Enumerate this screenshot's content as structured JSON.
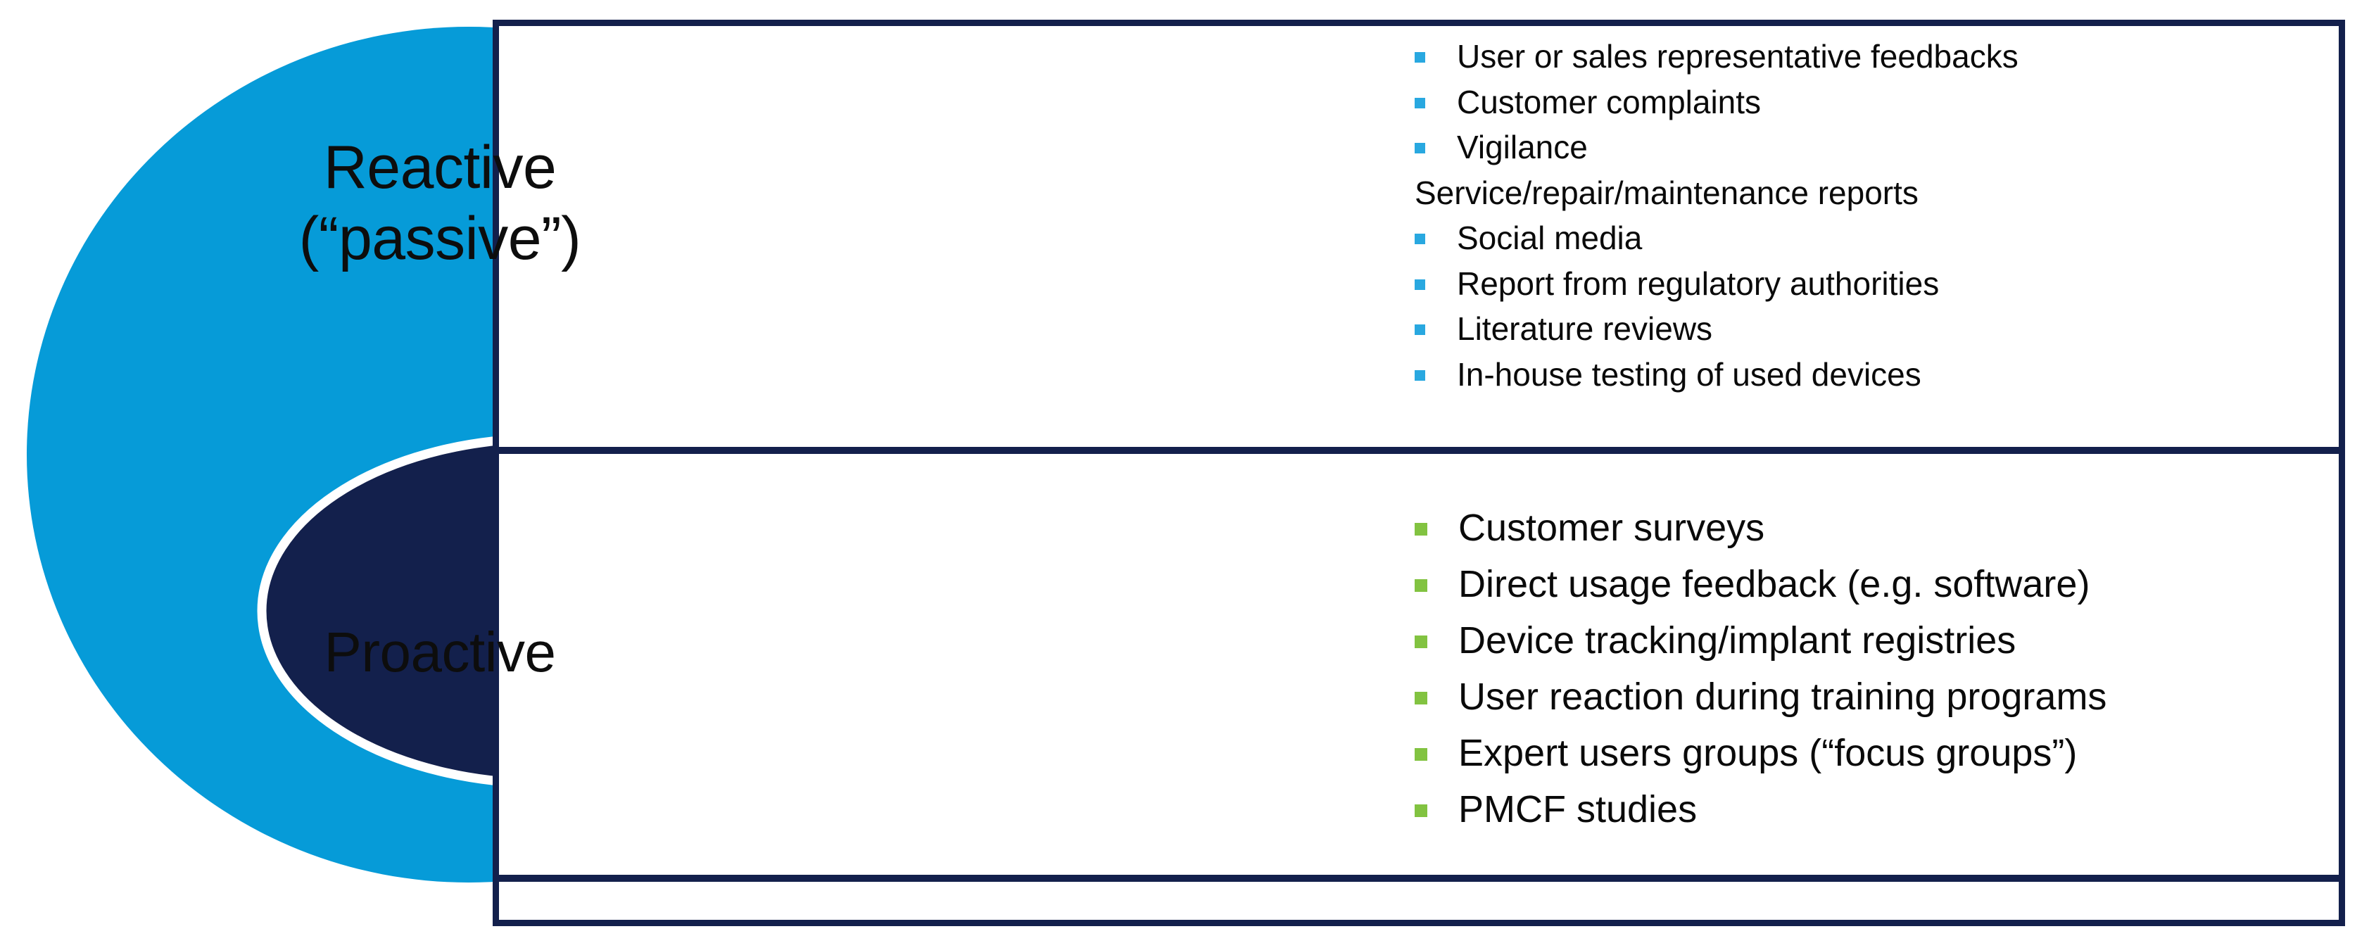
{
  "diagram": {
    "title": "Reactive and Proactive Post-Market Surveillance Data Sources",
    "colors": {
      "outer_circle": "#069BD8",
      "inner_circle": "#13204C",
      "ring": "#FFFFFF",
      "frame_border": "#13204C",
      "reactive_bullet": "#29A8E0",
      "proactive_bullet": "#82C341",
      "text": "#0A0A0A",
      "background": "#FFFFFF"
    },
    "rows": [
      {
        "key": "reactive",
        "label_lines": [
          "Reactive",
          "(“passive”)"
        ],
        "bullet_color": "#29A8E0",
        "items": [
          {
            "text": "User or sales representative feedbacks",
            "bulleted": true
          },
          {
            "text": "Customer complaints",
            "bulleted": true
          },
          {
            "text": "Vigilance",
            "bulleted": true
          },
          {
            "text": "Service/repair/maintenance reports",
            "bulleted": false
          },
          {
            "text": "Social media",
            "bulleted": true
          },
          {
            "text": "Report from regulatory authorities",
            "bulleted": true
          },
          {
            "text": "Literature reviews",
            "bulleted": true
          },
          {
            "text": "In-house testing of used devices",
            "bulleted": true
          }
        ]
      },
      {
        "key": "proactive",
        "label_lines": [
          "Proactive"
        ],
        "bullet_color": "#82C341",
        "items": [
          {
            "text": "Customer surveys",
            "bulleted": true
          },
          {
            "text": "Direct usage feedback (e.g. software)",
            "bulleted": true
          },
          {
            "text": "Device tracking/implant registries",
            "bulleted": true
          },
          {
            "text": "User reaction during training programs",
            "bulleted": true
          },
          {
            "text": "Expert users groups (“focus groups”)",
            "bulleted": true
          },
          {
            "text": "PMCF studies",
            "bulleted": true
          }
        ]
      },
      {
        "key": "empty",
        "label_lines": [],
        "items": []
      }
    ]
  }
}
